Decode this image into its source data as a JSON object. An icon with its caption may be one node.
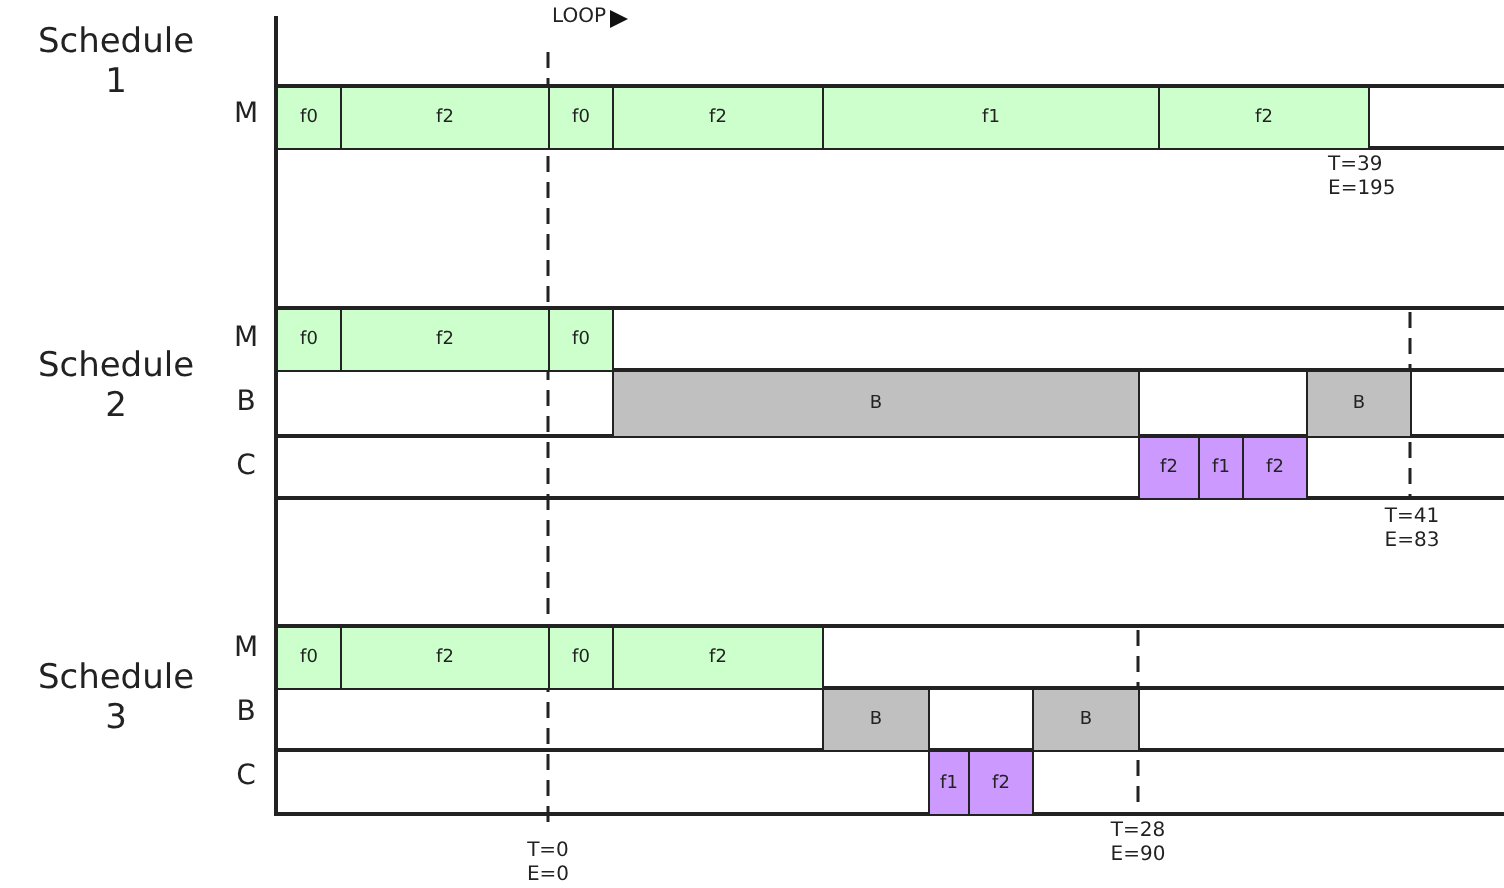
{
  "diagram": {
    "nodes": [
      {
        "text": [
          "f0"
        ]
      },
      {
        "text": [
          "f2"
        ]
      },
      {
        "text": [
          "f0"
        ]
      },
      {
        "text": [
          "f2"
        ]
      },
      {
        "text": [
          "f1"
        ]
      },
      {
        "text": [
          "f2"
        ]
      },
      {
        "text": [
          "f0"
        ]
      },
      {
        "text": [
          "f2"
        ]
      },
      {
        "text": [
          "f0"
        ]
      },
      {
        "text": [
          "B"
        ]
      },
      {
        "text": [
          "B"
        ]
      },
      {
        "text": [
          "f2"
        ]
      },
      {
        "text": [
          "f1"
        ]
      },
      {
        "text": [
          "f2"
        ]
      },
      {
        "text": [
          "f0"
        ]
      },
      {
        "text": [
          "f2"
        ]
      },
      {
        "text": [
          "f0"
        ]
      },
      {
        "text": [
          "f2"
        ]
      },
      {
        "text": [
          "B"
        ]
      },
      {
        "text": [
          "B"
        ]
      },
      {
        "text": [
          "f1"
        ]
      },
      {
        "text": [
          "f2"
        ]
      }
    ],
    "edges": [],
    "labels": [
      "LOOP",
      "Schedule 1",
      "M",
      "T=39 E=195",
      "Schedule 2",
      "M",
      "B",
      "C",
      "T=41 E=83",
      "Schedule 3",
      "M",
      "B",
      "C",
      "T=28 E=90",
      "T=0 E=0"
    ]
  }
}
